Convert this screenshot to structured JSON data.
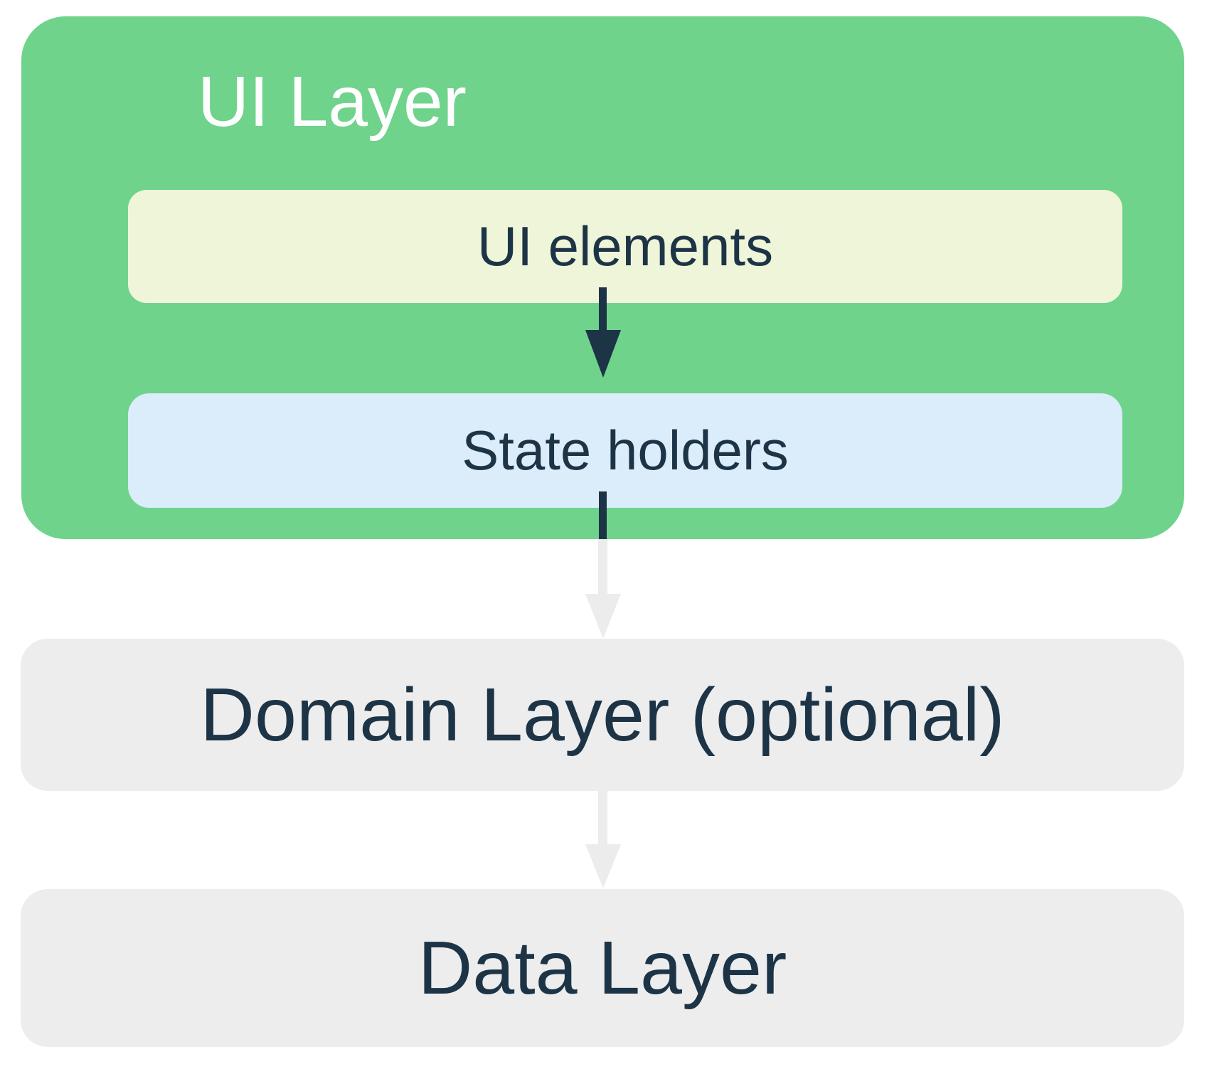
{
  "diagram": {
    "ui_layer": {
      "title": "UI Layer"
    },
    "ui_elements": {
      "label": "UI elements"
    },
    "state_holders": {
      "label": "State holders"
    },
    "domain_layer": {
      "label": "Domain Layer (optional)"
    },
    "data_layer": {
      "label": "Data Layer"
    },
    "arrows": [
      {
        "name": "ui-elements-to-state-holders",
        "direction": "down",
        "color": "#1D3447"
      },
      {
        "name": "state-holders-to-domain-layer",
        "direction": "down",
        "color": "#ECECEC"
      },
      {
        "name": "domain-layer-to-data-layer",
        "direction": "down",
        "color": "#ECECEC"
      }
    ],
    "colors": {
      "green": "#6FD38C",
      "cream": "#EFF5D8",
      "light_blue": "#DBECFB",
      "light_gray": "#EDEDED",
      "navy": "#1D3447",
      "arrow_gray": "#ECECEC",
      "white": "#FFFFFF"
    }
  }
}
